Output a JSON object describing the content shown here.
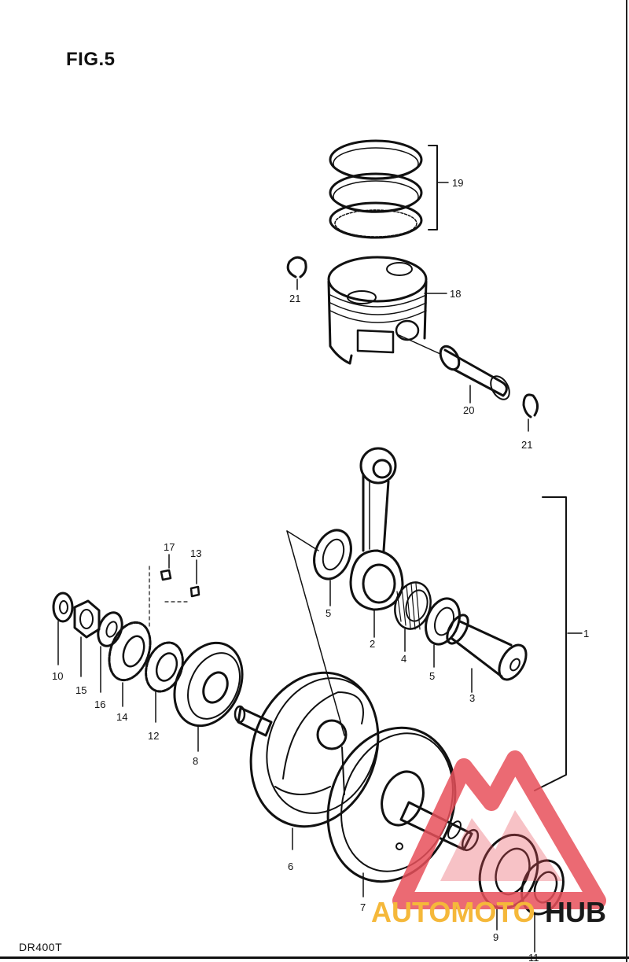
{
  "figure": {
    "title": "FIG.5",
    "model": "DR400T"
  },
  "callouts": [
    {
      "id": "c19",
      "label": "19"
    },
    {
      "id": "c18",
      "label": "18"
    },
    {
      "id": "c21a",
      "label": "21"
    },
    {
      "id": "c20",
      "label": "20"
    },
    {
      "id": "c21b",
      "label": "21"
    },
    {
      "id": "c1",
      "label": "1"
    },
    {
      "id": "c17",
      "label": "17"
    },
    {
      "id": "c13",
      "label": "13"
    },
    {
      "id": "c5a",
      "label": "5"
    },
    {
      "id": "c2",
      "label": "2"
    },
    {
      "id": "c4",
      "label": "4"
    },
    {
      "id": "c5b",
      "label": "5"
    },
    {
      "id": "c3",
      "label": "3"
    },
    {
      "id": "c10",
      "label": "10"
    },
    {
      "id": "c15",
      "label": "15"
    },
    {
      "id": "c16",
      "label": "16"
    },
    {
      "id": "c14",
      "label": "14"
    },
    {
      "id": "c12",
      "label": "12"
    },
    {
      "id": "c8",
      "label": "8"
    },
    {
      "id": "c6",
      "label": "6"
    },
    {
      "id": "c7",
      "label": "7"
    },
    {
      "id": "c9",
      "label": "9"
    },
    {
      "id": "c11",
      "label": "11"
    }
  ],
  "watermark": {
    "brand_left": "AUTOMOTO",
    "brand_right": "HUB",
    "left_color": "#f5b83a",
    "right_color": "#1a1a1a",
    "triangle_color": "#e8505b"
  }
}
